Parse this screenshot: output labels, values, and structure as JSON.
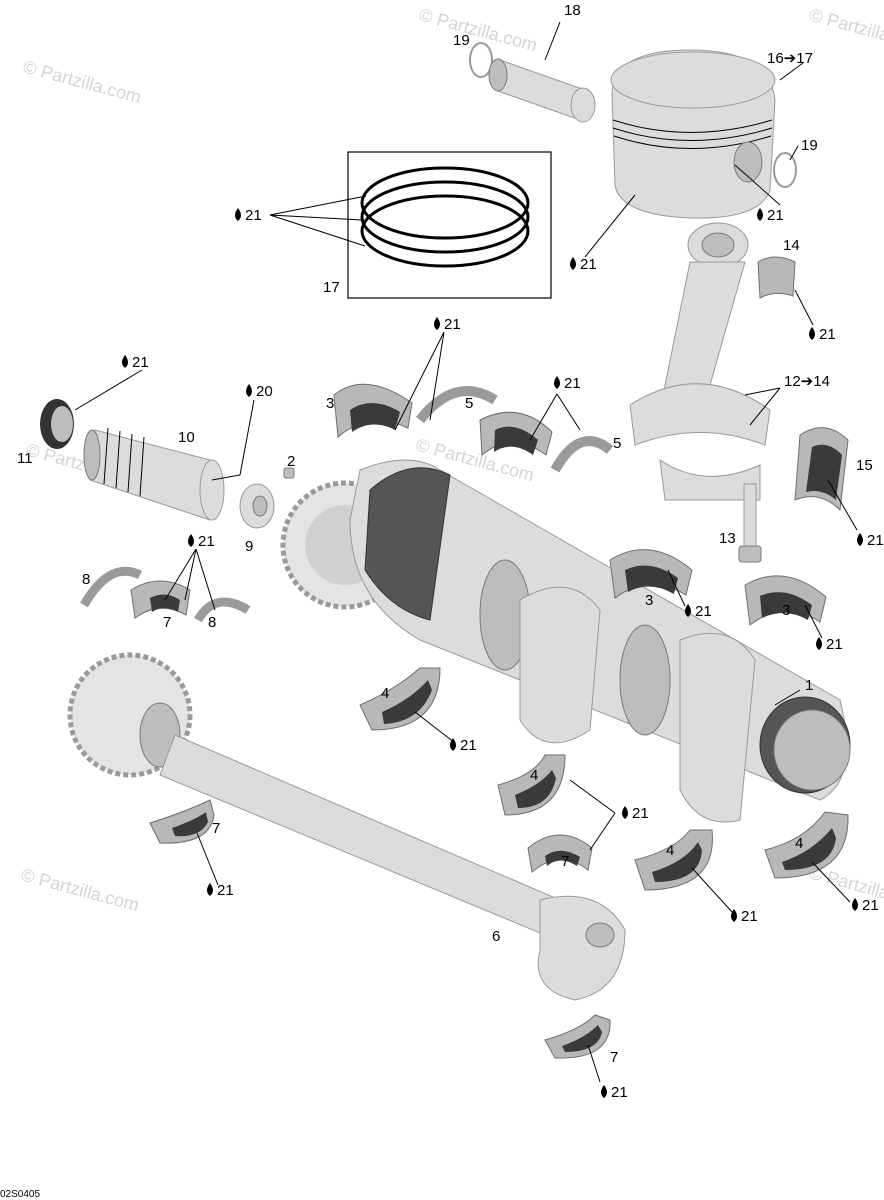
{
  "watermarks": [
    "© Partzilla.com",
    "© Partzilla.com",
    "© Partzilla.com",
    "© Partzilla.com",
    "© Partzilla.com",
    "© Partzilla.com",
    "© Partzilla.com"
  ],
  "diagram_code": "02S0405",
  "oil_icon": "oil-drop-icon",
  "callouts": {
    "c1": "1",
    "c2": "2",
    "c3a": "3",
    "c3b": "3",
    "c3c": "3",
    "c4a": "4",
    "c4b": "4",
    "c4c": "4",
    "c4d": "4",
    "c5a": "5",
    "c5b": "5",
    "c6": "6",
    "c7a": "7",
    "c7b": "7",
    "c7c": "7",
    "c7d": "7",
    "c8a": "8",
    "c8b": "8",
    "c9": "9",
    "c10": "10",
    "c11": "11",
    "c12": "12➔14",
    "c13": "13",
    "c14": "14",
    "c15": "15",
    "c16": "16➔17",
    "c17": "17",
    "c18": "18",
    "c19a": "19",
    "c19b": "19",
    "c20": "20"
  },
  "lube_labels": {
    "l_rings": "21",
    "l_piston": "21",
    "l_pin": "21",
    "l_14": "21",
    "l_5top": "21",
    "l_5b": "21",
    "l_11": "21",
    "l_15": "21",
    "l_7left": "21",
    "l_3a": "21",
    "l_3b": "21",
    "l_4a": "21",
    "l_4mid": "21",
    "l_7bottom": "21",
    "l_4c": "21",
    "l_4d": "21",
    "l_7end": "21",
    "l_20": "20"
  }
}
